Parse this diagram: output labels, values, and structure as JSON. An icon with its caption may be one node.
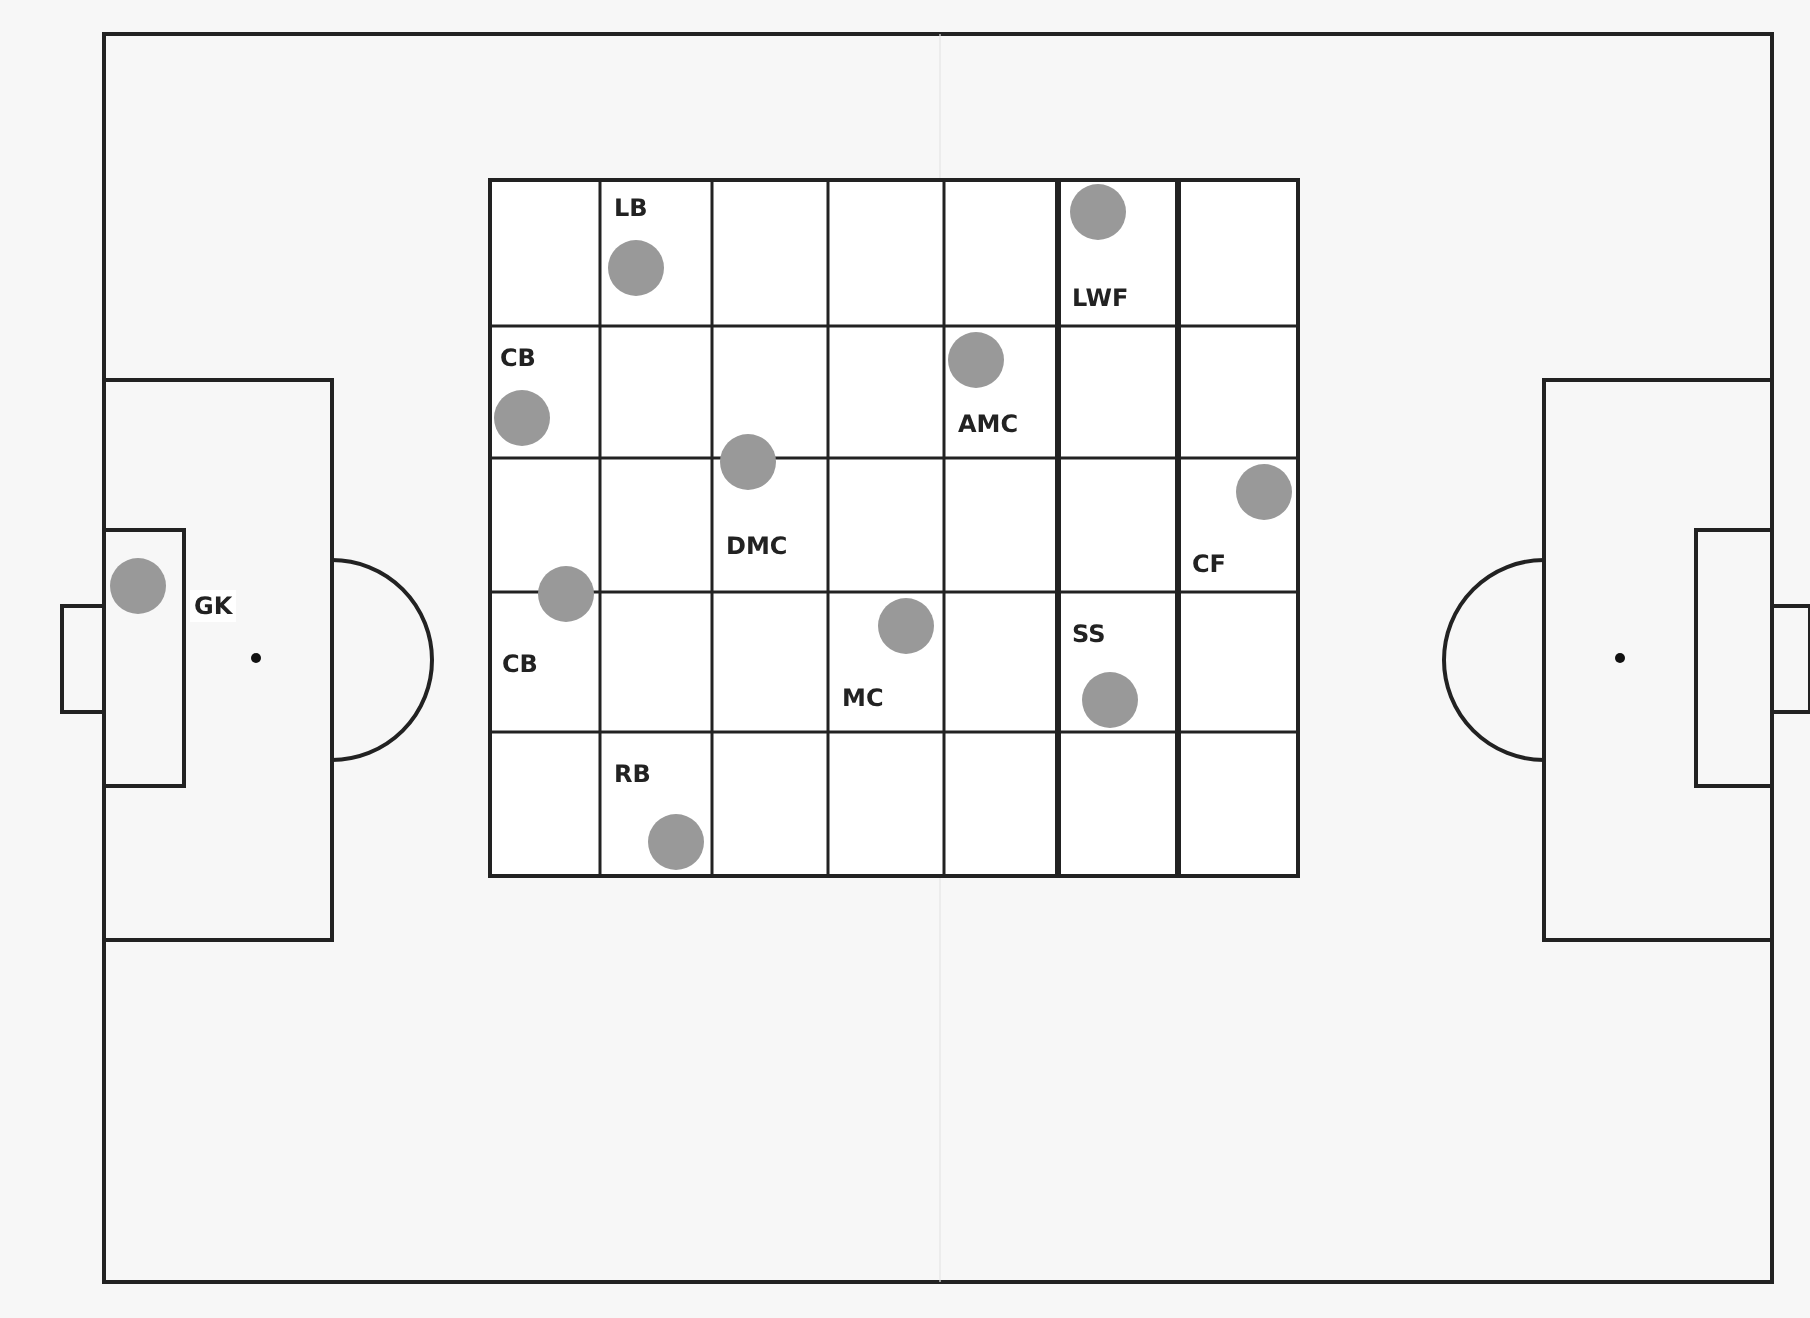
{
  "diagram": {
    "labels": [
      "LB",
      "LWF",
      "CB",
      "AMC",
      "DMC",
      "CF",
      "GK",
      "SS",
      "CB",
      "MC",
      "RB"
    ]
  }
}
